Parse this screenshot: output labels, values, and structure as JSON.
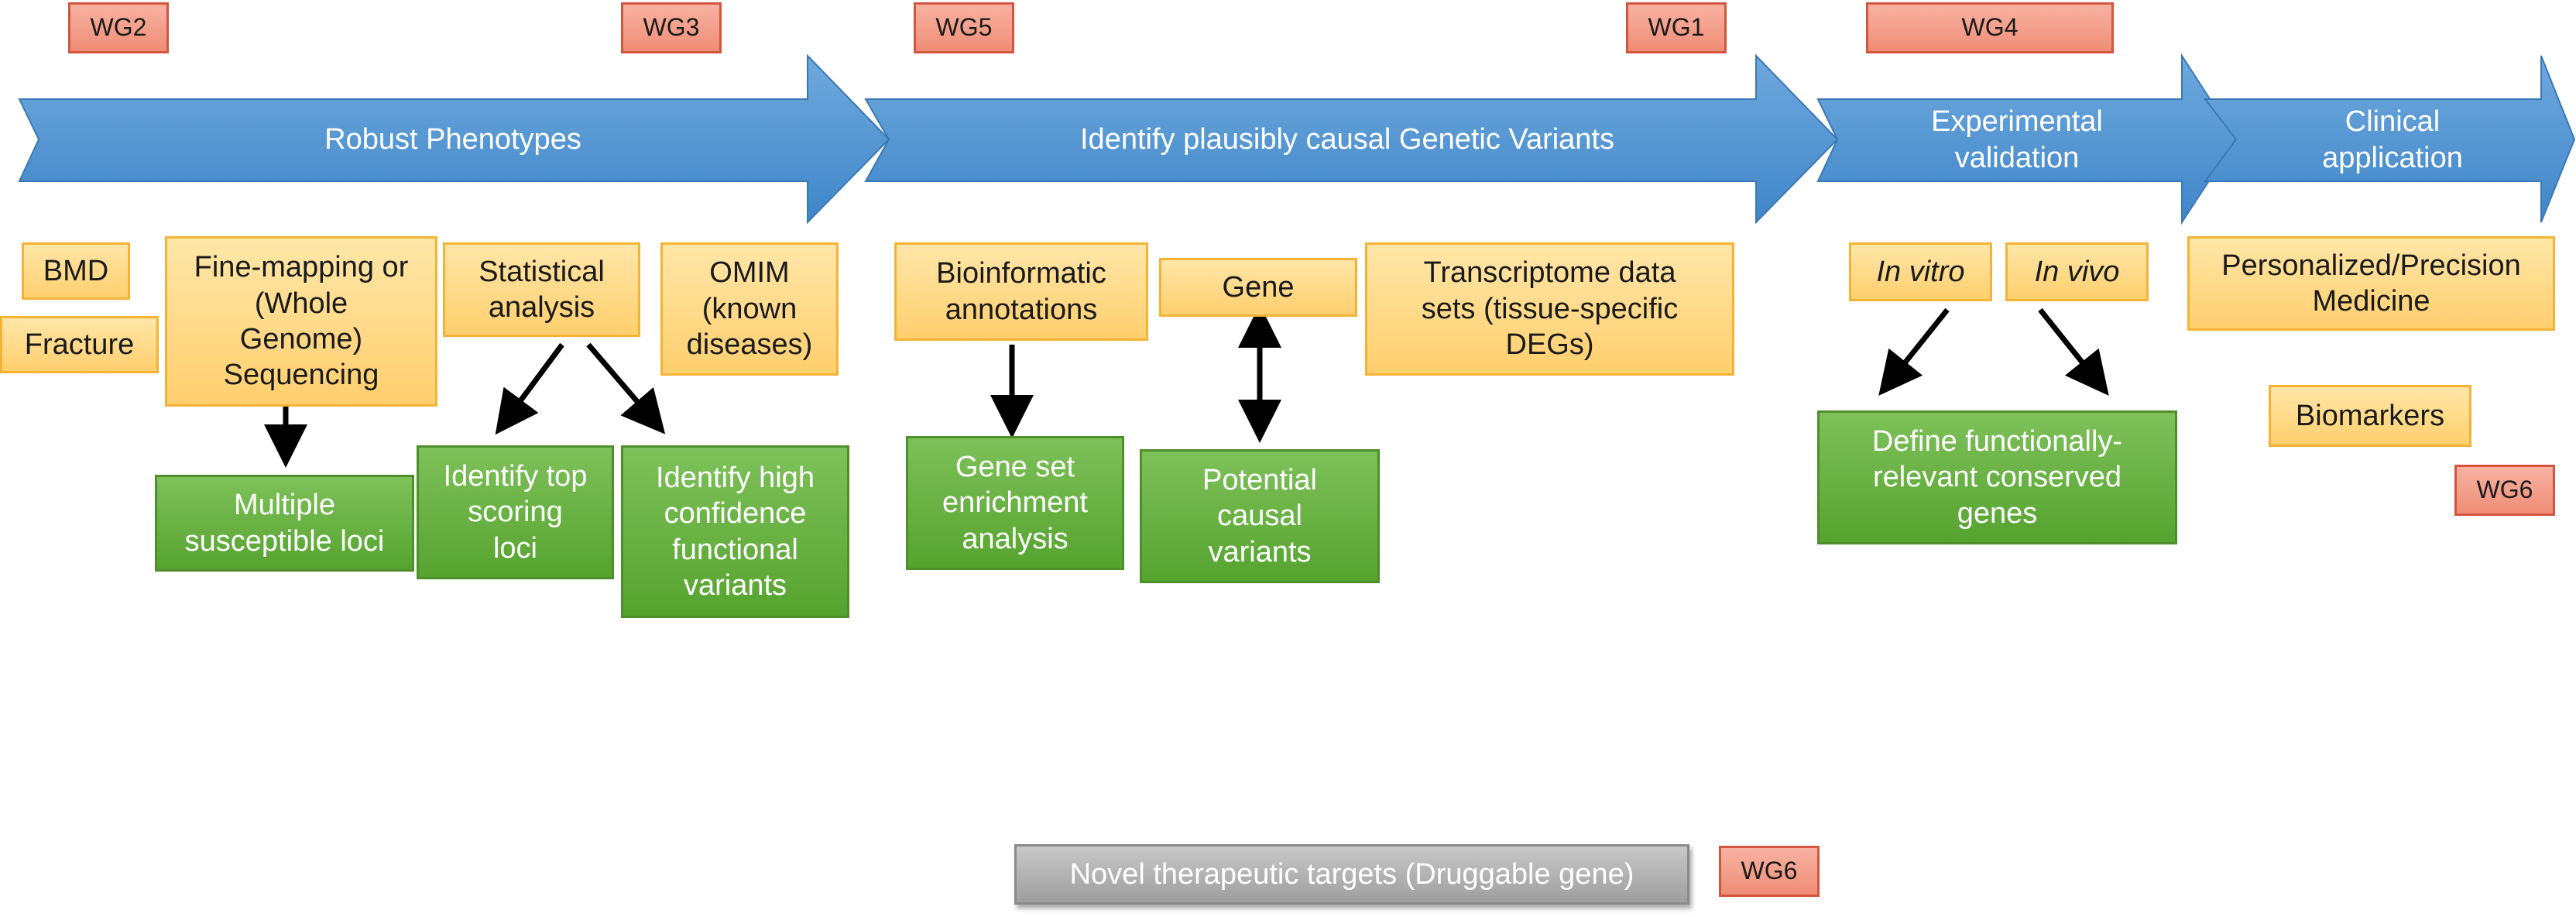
{
  "colors": {
    "arrow": "#5b9bd5",
    "yellow_box": "#ffd37a",
    "green_box": "#63ab3b",
    "wg_box": "#f29a84",
    "grey_box": "#b0b0b0",
    "connector": "#000000"
  },
  "stages": {
    "robust_phenotypes": "Robust Phenotypes",
    "identify_variants": "Identify  plausibly causal Genetic Variants",
    "experimental_validation": [
      "Experimental",
      "validation"
    ],
    "clinical_application": [
      "Clinical",
      "application"
    ]
  },
  "working_groups": {
    "wg2": "WG2",
    "wg3": "WG3",
    "wg5": "WG5",
    "wg1": "WG1",
    "wg4": "WG4",
    "wg6_right": "WG6",
    "wg6_bottom": "WG6"
  },
  "phenotypes": {
    "bmd": "BMD",
    "fracture": "Fracture",
    "fine_mapping": [
      "Fine-mapping or",
      "(Whole",
      "Genome)",
      "Sequencing"
    ],
    "statistical_analysis": [
      "Statistical",
      "analysis"
    ],
    "omim": [
      "OMIM",
      "(known",
      "diseases)"
    ],
    "multiple_loci": [
      "Multiple",
      "susceptible loci"
    ],
    "top_scoring_loci": [
      "Identify top",
      "scoring",
      "loci"
    ],
    "high_confidence": [
      "Identify high",
      "confidence",
      "functional",
      "variants"
    ]
  },
  "variants": {
    "bioinformatic": [
      "Bioinformatic",
      "annotations"
    ],
    "gene": "Gene",
    "transcriptome": [
      "Transcriptome data",
      "sets (tissue-specific",
      "DEGs)"
    ],
    "gene_set_enrichment": [
      "Gene set",
      "enrichment",
      "analysis"
    ],
    "potential_causal": [
      "Potential",
      "causal",
      "variants"
    ]
  },
  "validation": {
    "in_vitro": "In vitro",
    "in_vivo": "In vivo",
    "conserved_genes": [
      "Define functionally-",
      "relevant conserved",
      "genes"
    ]
  },
  "clinical": {
    "precision_medicine": [
      "Personalized/Precision",
      "Medicine"
    ],
    "biomarkers": "Biomarkers"
  },
  "therapeutic_targets": "Novel therapeutic targets (Druggable gene)"
}
